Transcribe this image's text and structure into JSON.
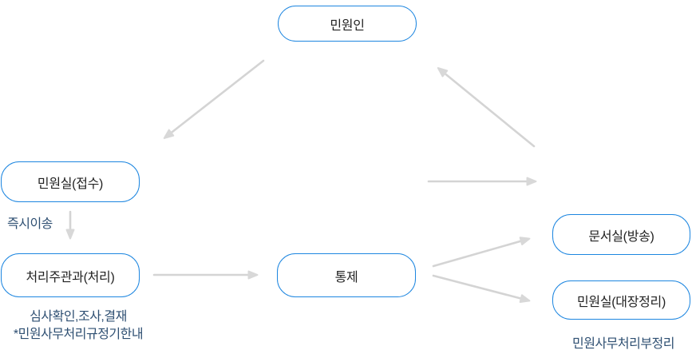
{
  "diagram": {
    "nodes": {
      "petitioner": {
        "label": "민원인"
      },
      "reception": {
        "label": "민원실(접수)"
      },
      "handling_dept": {
        "label": "처리주관과(처리)"
      },
      "control": {
        "label": "통제"
      },
      "document_room": {
        "label": "문서실(방송)"
      },
      "ledger_room": {
        "label": "민원실(대장정리)"
      }
    },
    "annotations": {
      "immediate_transfer": "즉시이송",
      "review_line1": "심사확인,조사,결재",
      "review_line2": "*민원사무처리규정기한내",
      "ledger_note": "민원사무처리부정리"
    },
    "colors": {
      "box_border": "#1d86e0",
      "box_text": "#222222",
      "annotation_text": "#2e4f72",
      "arrow": "#d4d4d4",
      "background": "#ffffff"
    }
  }
}
